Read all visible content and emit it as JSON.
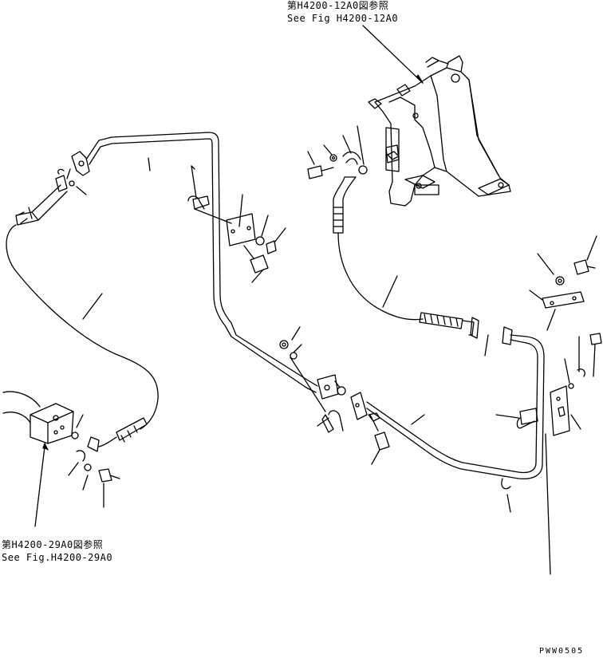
{
  "references": {
    "top": {
      "jp": "第H4200-12A0図参照",
      "en": "See Fig H4200-12A0"
    },
    "bottom": {
      "jp": "第H4200-29A0図参照",
      "en": "See Fig.H4200-29A0"
    }
  },
  "drawing_code": "PWW0505",
  "colors": {
    "line": "#000000",
    "background": "#ffffff"
  }
}
